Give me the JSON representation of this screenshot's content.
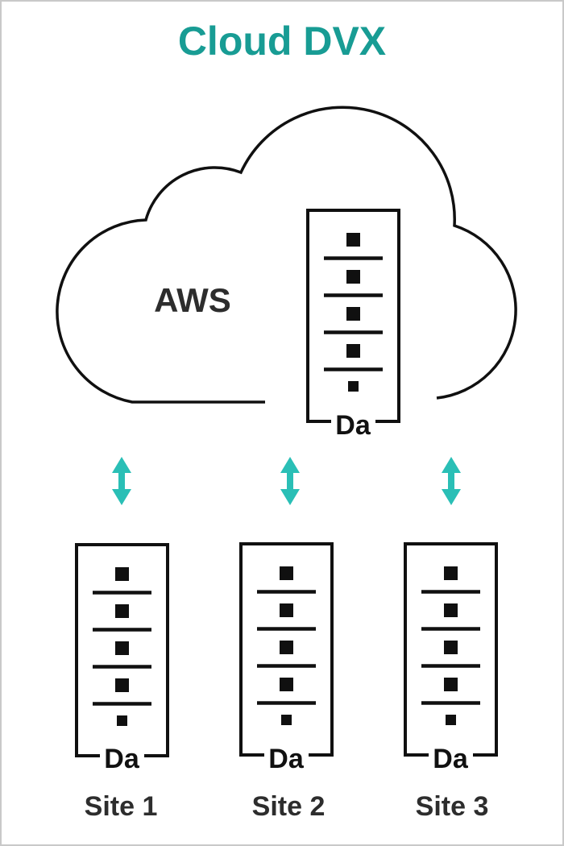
{
  "title": "Cloud DVX",
  "cloud": {
    "provider_label": "AWS",
    "rack_label": "Da"
  },
  "sites": [
    {
      "name": "Site 1",
      "rack_label": "Da"
    },
    {
      "name": "Site 2",
      "rack_label": "Da"
    },
    {
      "name": "Site 3",
      "rack_label": "Da"
    }
  ],
  "colors": {
    "title_teal": "#189c94",
    "arrow_teal": "#2abfb6",
    "line_black": "#101010",
    "text_dark": "#2d2d2d",
    "page_border": "#c9c9c9"
  }
}
